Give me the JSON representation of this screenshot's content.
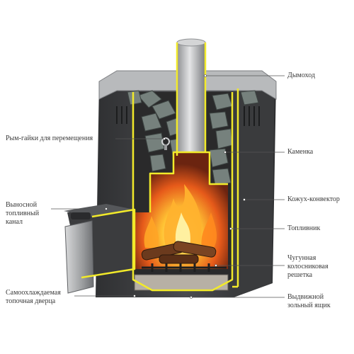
{
  "colors": {
    "body_dark": "#3c3d3f",
    "body_mid": "#5a5b5e",
    "steel_light": "#c9cbcd",
    "yellow_outline": "#f2ea2a",
    "stone": "#6f7a76",
    "fire_core": "#ffcc33",
    "fire_outer": "#e0461b",
    "ash": "#b9b2a8",
    "leader_line": "#555555"
  },
  "labels": {
    "chimney": "Дымоход",
    "eye_nuts": "Рым-гайки для перемещения",
    "stones": "Каменка",
    "convector": "Кожух-конвектор",
    "fuel_channel": "Выносной\nтопливный\nканал",
    "firebox": "Топливник",
    "grate": "Чугунная\nколосниковая\nрешетка",
    "door": "Самоохлаждаемая\nтопочная дверца",
    "ash_box": "Выдвижной\nзольный ящик"
  }
}
